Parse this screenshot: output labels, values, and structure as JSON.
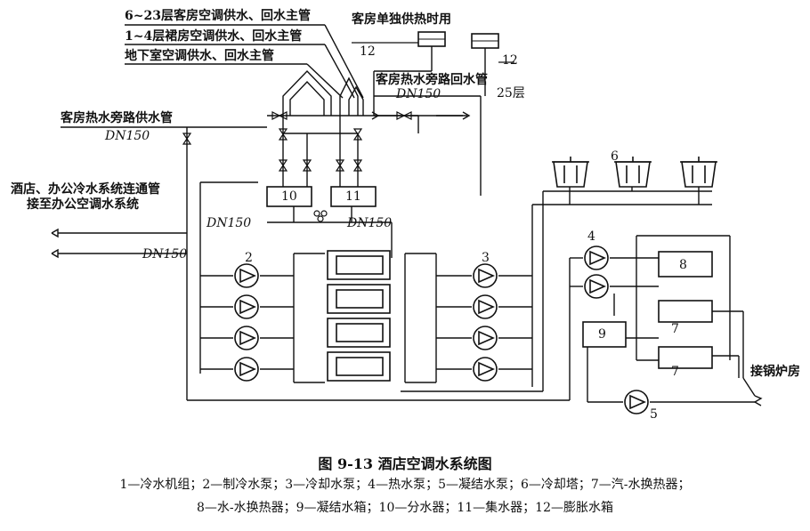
{
  "labels": {
    "main_6_23": "6~23层客房空调供水、回水主管",
    "main_1_4": "1~4层裙房空调供水、回水主管",
    "main_basement": "地下室空调供水、回水主管",
    "guestroom_heating": "客房单独供热时用",
    "bypass_return": "客房热水旁路回水管",
    "bypass_return_dn": "DN150",
    "floor_25": "25层",
    "bypass_supply": "客房热水旁路供水管",
    "bypass_supply_dn": "DN150",
    "link_pipe_1": "酒店、办公冷水系统连通管",
    "link_pipe_2": "接至办公空调水系统",
    "dn_left": "DN150",
    "dn_mid": "DN150",
    "dn_link": "DN150",
    "boiler": "接锅炉房"
  },
  "numbers": {
    "n2": "2",
    "n3": "3",
    "n4": "4",
    "n5": "5",
    "n6": "6",
    "n7a": "7",
    "n7b": "7",
    "n8": "8",
    "n9": "9",
    "n10": "10",
    "n11": "11",
    "n12a": "12",
    "n12b": "12"
  },
  "caption": {
    "title": "图 9-13    酒店空调水系统图",
    "legend_line1": "1—冷水机组；2—制冷水泵；3—冷却水泵；4—热水泵；5—凝结水泵；6—冷却塔；7—汽-水换热器；",
    "legend_line2": "8—水-水换热器；9—凝结水箱；10—分水器；11—集水器；12—膨胀水箱"
  }
}
